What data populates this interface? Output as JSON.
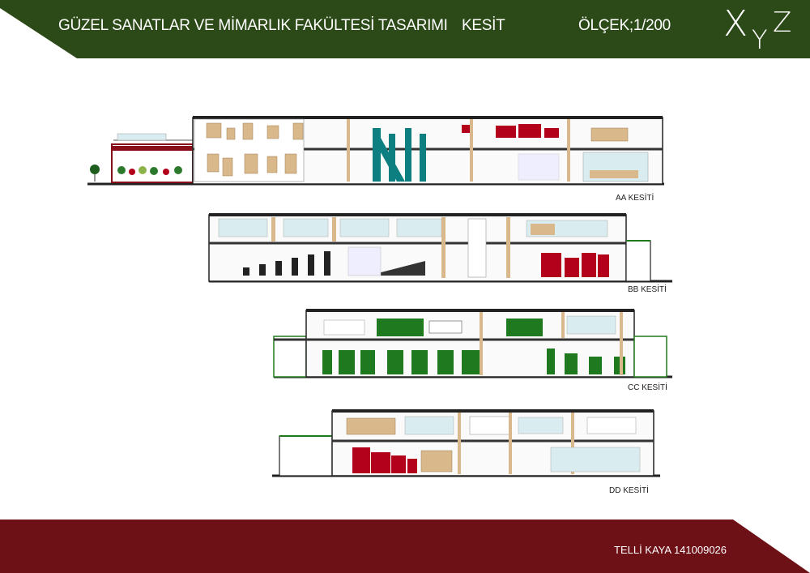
{
  "header": {
    "title": "GÜZEL SANATLAR VE MİMARLIK FAKÜLTESİ TASARIMI",
    "subject": "KESİT",
    "scale": "ÖLÇEK;1/200",
    "logo": {
      "x": "X",
      "y": "Y",
      "z": "Z"
    },
    "color": "#2c4a17"
  },
  "sections": [
    {
      "label": "AA KESİTİ",
      "accent": "#0e7f80"
    },
    {
      "label": "BB KESİTİ",
      "accent": "#b3001b"
    },
    {
      "label": "CC KESİTİ",
      "accent": "#1f7a1f"
    },
    {
      "label": "DD KESİTİ",
      "accent": "#b3001b"
    }
  ],
  "footer": {
    "author": "TELLİ KAYA 141009026",
    "color": "#6d1117"
  }
}
